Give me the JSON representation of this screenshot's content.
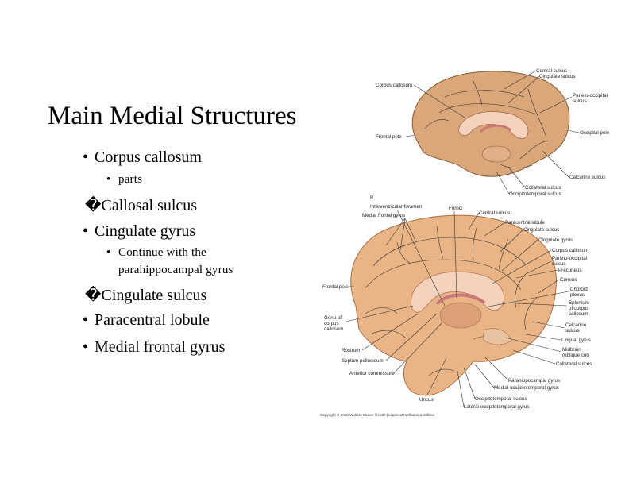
{
  "slide": {
    "title": "Main Medial Structures",
    "bullets": [
      {
        "marker": "•",
        "text": "Corpus callosum"
      },
      {
        "marker": "•",
        "text": "parts"
      },
      {
        "marker": "�",
        "text": "Callosal sulcus"
      },
      {
        "marker": "•",
        "text": "Cingulate gyrus"
      },
      {
        "marker": "•",
        "text": "Continue with the"
      },
      {
        "marker": "",
        "text": "parahippocampal gyrus"
      },
      {
        "marker": "�",
        "text": "Cingulate sulcus"
      },
      {
        "marker": "•",
        "text": "Paracentral lobule"
      },
      {
        "marker": "•",
        "text": "Medial frontal gyrus"
      }
    ]
  },
  "figure_top": {
    "labels": {
      "corpus_callosum": "Corpus callosum",
      "central_sulcus": "Central sulcus",
      "cingulate_sulcus": "Cingulate sulcus",
      "parieto_occipital_1": "Parieto-occipital",
      "parieto_occipital_2": "sulcus",
      "frontal_pole": "Frontal pole",
      "occipital_pole": "Occipital pole",
      "calcarine_sulcus": "Calcarine sulcus",
      "collateral_sulcus": "Collateral sulcus",
      "occipitotemporal_sulcus": "Occipitotemporal sulcus"
    }
  },
  "figure_bottom": {
    "labels": {
      "B": "B",
      "interventricular_foramen": "Interventricular foramen",
      "medial_frontal_gyrus": "Medial frontal gyrus",
      "fornix": "Fornix",
      "central_sulcus": "Central sulcus",
      "paracentral_lobule": "Paracentral lobule",
      "cingulate_sulcus": "Cingulate sulcus",
      "cingulate_gyrus": "Cingulate gyrus",
      "corpus_callosum": "Corpus callosum",
      "parieto_occipital_1": "Parieto-occipital",
      "parieto_occipital_2": "sulcus",
      "precuneus": "Precuneus",
      "cuneus": "Cuneus",
      "choroid_1": "Choroid",
      "choroid_2": "plexus",
      "splenium_1": "Splenium",
      "splenium_2": "of corpus",
      "splenium_3": "callosum",
      "calcarine_1": "Calcarine",
      "calcarine_2": "sulcus",
      "lingual_gyrus": "Lingual gyrus",
      "midbrain_1": "Midbrain",
      "midbrain_2": "(oblique cut)",
      "collateral_sulcus": "Collateral sulcus",
      "frontal_pole": "Frontal pole",
      "genu_1": "Genu of",
      "genu_2": "corpus",
      "genu_3": "callosum",
      "rostrum": "Rostrum",
      "septum_pellucidum": "Septum pellucidum",
      "anterior_commissure": "Anterior commissure",
      "uncus": "Uncus",
      "parahippocampal_gyrus": "Parahippocampal gyrus",
      "medial_occipitotemporal_gyrus": "Medial occipitotemporal gyrus",
      "occipitotemporal_sulcus": "Occipitotemporal sulcus",
      "lateral_occipitotemporal_gyrus": "Lateral occipitotemporal gyrus"
    },
    "copyright": "Copyright © 2010 Wolters Kluwer Health | Lippincott Williams & Wilkins"
  },
  "colors": {
    "brain_top": "#d9a779",
    "brain_bottom": "#e9b486",
    "corpus_callosum": "#f5d2bb",
    "ventricle": "#c9787a"
  }
}
